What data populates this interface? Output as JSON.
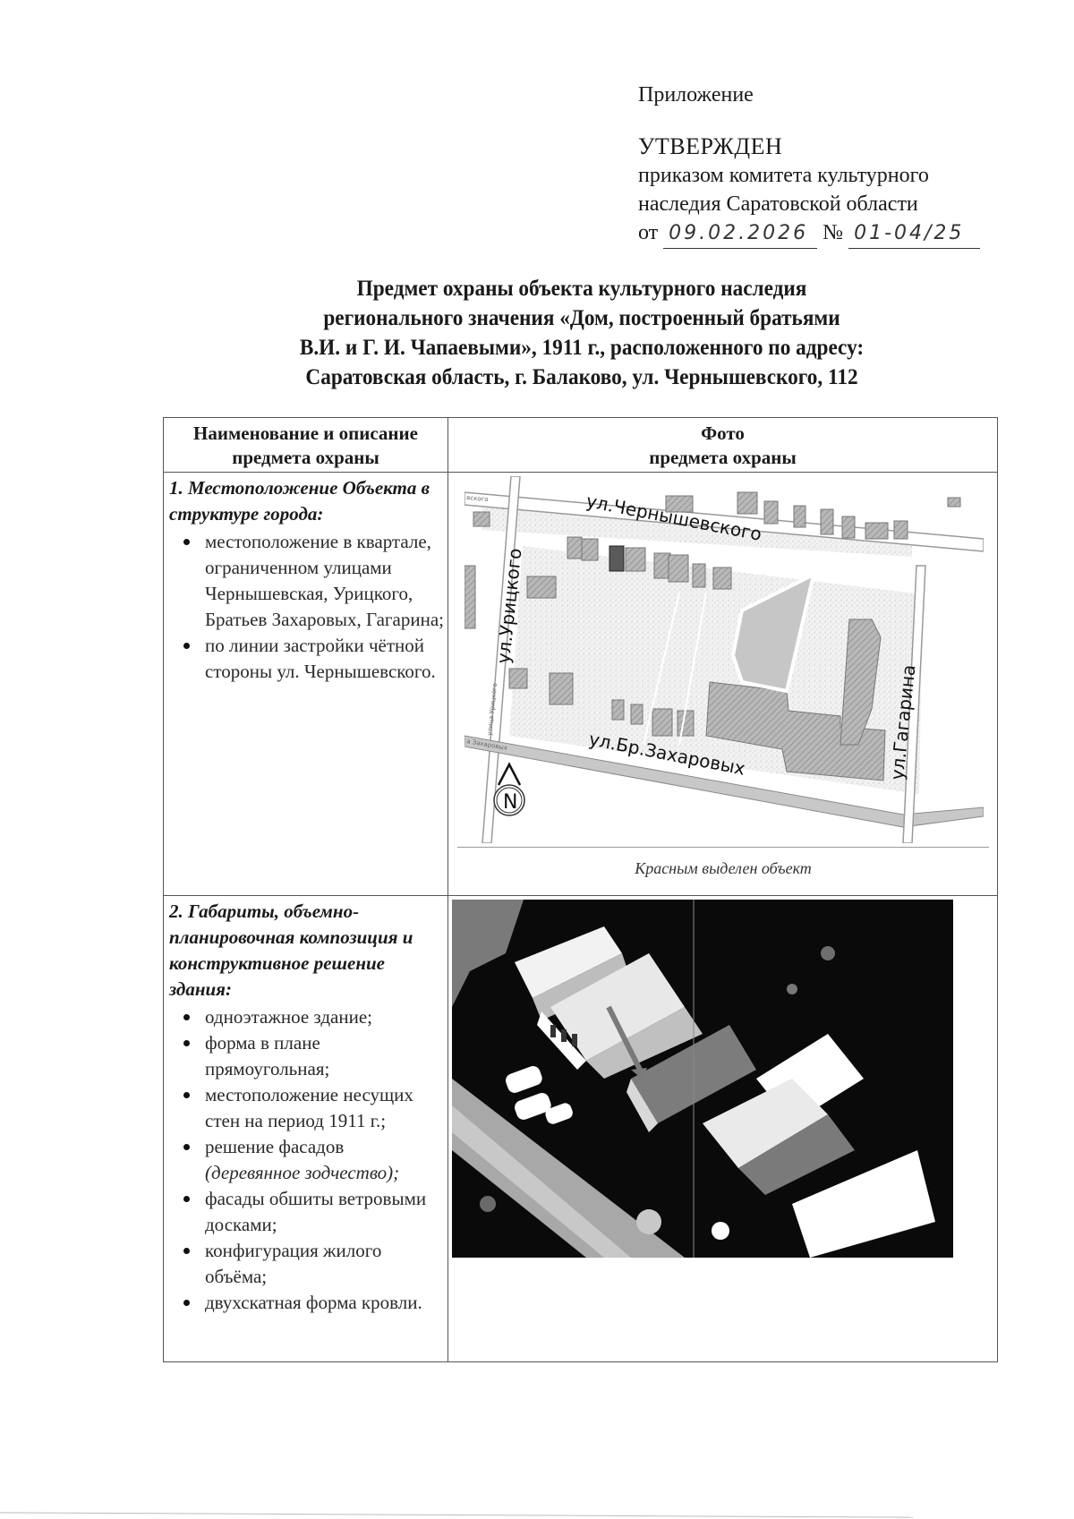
{
  "header": {
    "annex": "Приложение",
    "approved": "УТВЕРЖДЕН",
    "by_order_line1": "приказом комитета культурного",
    "by_order_line2": "наследия Саратовской области",
    "date_prefix": "от",
    "date_value": "09.02.2026",
    "number_prefix": "№",
    "number_value": "01-04/25"
  },
  "title": {
    "line1": "Предмет охраны объекта культурного наследия",
    "line2": "регионального значения «Дом, построенный братьями",
    "line3": "В.И. и Г. И. Чапаевыми», 1911 г., расположенного по адресу:",
    "line4": "Саратовская область, г. Балаково, ул. Чернышевского, 112"
  },
  "table": {
    "headers": {
      "col1": "Наименование и описание предмета охраны",
      "col2_line1": "Фото",
      "col2_line2": "предмета охраны"
    },
    "rows": [
      {
        "title": "1. Местоположение Объекта в структуре города:",
        "items": [
          "местоположение в квартале, ограниченном улицами Чернышевская, Урицкого, Братьев Захаровых, Гагарина;",
          "по линии застройки чётной стороны ул. Чернышевского."
        ],
        "map": {
          "streets": {
            "north": "ул.Чернышевского",
            "west": "ул.Урицкого",
            "south": "ул.Бр.Захаровых",
            "east": "ул.Гагарина",
            "west_small": "улица Урицкого",
            "south_small": "а Захаровых",
            "north_small": "вского"
          },
          "compass": "N",
          "caption": "Красным выделен объект",
          "highlight_color": "#5a5a5a"
        }
      },
      {
        "title": "2. Габариты, объемно-планировочная композиция и конструктивное решение здания:",
        "items": [
          "одноэтажное здание;",
          "форма в плане прямоугольная;",
          "местоположение несущих стен на период 1911 г.;",
          "решение фасадов",
          "фасады обшиты ветровыми досками;",
          "конфигурация жилого объёма;",
          "двухскатная форма кровли."
        ],
        "facade_note": "(деревянное зодчество);",
        "photo": {
          "description": "aerial-photo-of-building-with-arrow"
        }
      }
    ]
  }
}
